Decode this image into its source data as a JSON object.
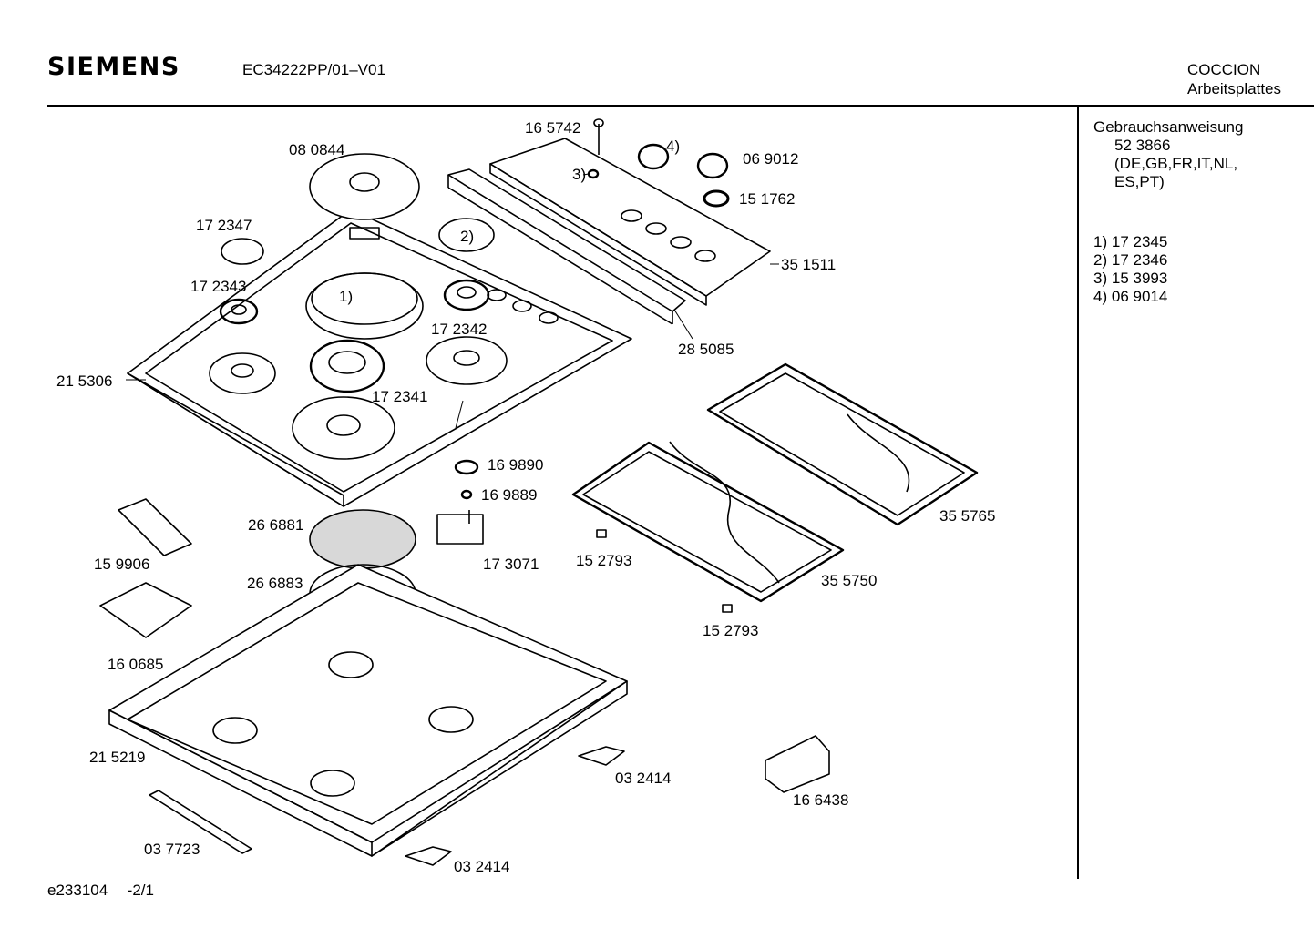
{
  "header": {
    "brand": "SIEMENS",
    "model": "EC34222PP/01–V01",
    "category_line1": "COCCION",
    "category_line2": "Arbeitsplattes"
  },
  "notes": {
    "title": "Gebrauchsanweisung",
    "number": "52 3866",
    "languages_1": "(DE,GB,FR,IT,NL,",
    "languages_2": "ES,PT)"
  },
  "legend": [
    {
      "key": "1)",
      "part": "17 2345"
    },
    {
      "key": "2)",
      "part": "17 2346"
    },
    {
      "key": "3)",
      "part": "15 3993"
    },
    {
      "key": "4)",
      "part": "06 9014"
    }
  ],
  "callouts": {
    "p165742": "16 5742",
    "p4": "4)",
    "p069012": "06 9012",
    "p3": "3)",
    "p151762": "15 1762",
    "p080844": "08 0844",
    "p172347": "17 2347",
    "p2": "2)",
    "p351511": "35 1511",
    "p172343": "17 2343",
    "p1": "1)",
    "p172342": "17 2342",
    "p285085": "28 5085",
    "p215306": "21 5306",
    "p172341": "17 2341",
    "p169890": "16 9890",
    "p169889": "16 9889",
    "p266881": "26 6881",
    "p159906": "15 9906",
    "p173071": "17 3071",
    "p152793a": "15 2793",
    "p355765": "35 5765",
    "p266883": "26 6883",
    "p355750": "35 5750",
    "p152793b": "15 2793",
    "p160685": "16 0685",
    "p215219": "21 5219",
    "p032414a": "03 2414",
    "p166438": "16 6438",
    "p037723": "03 7723",
    "p032414b": "03 2414"
  },
  "footer": {
    "code": "e233104",
    "page": "-2/1"
  }
}
